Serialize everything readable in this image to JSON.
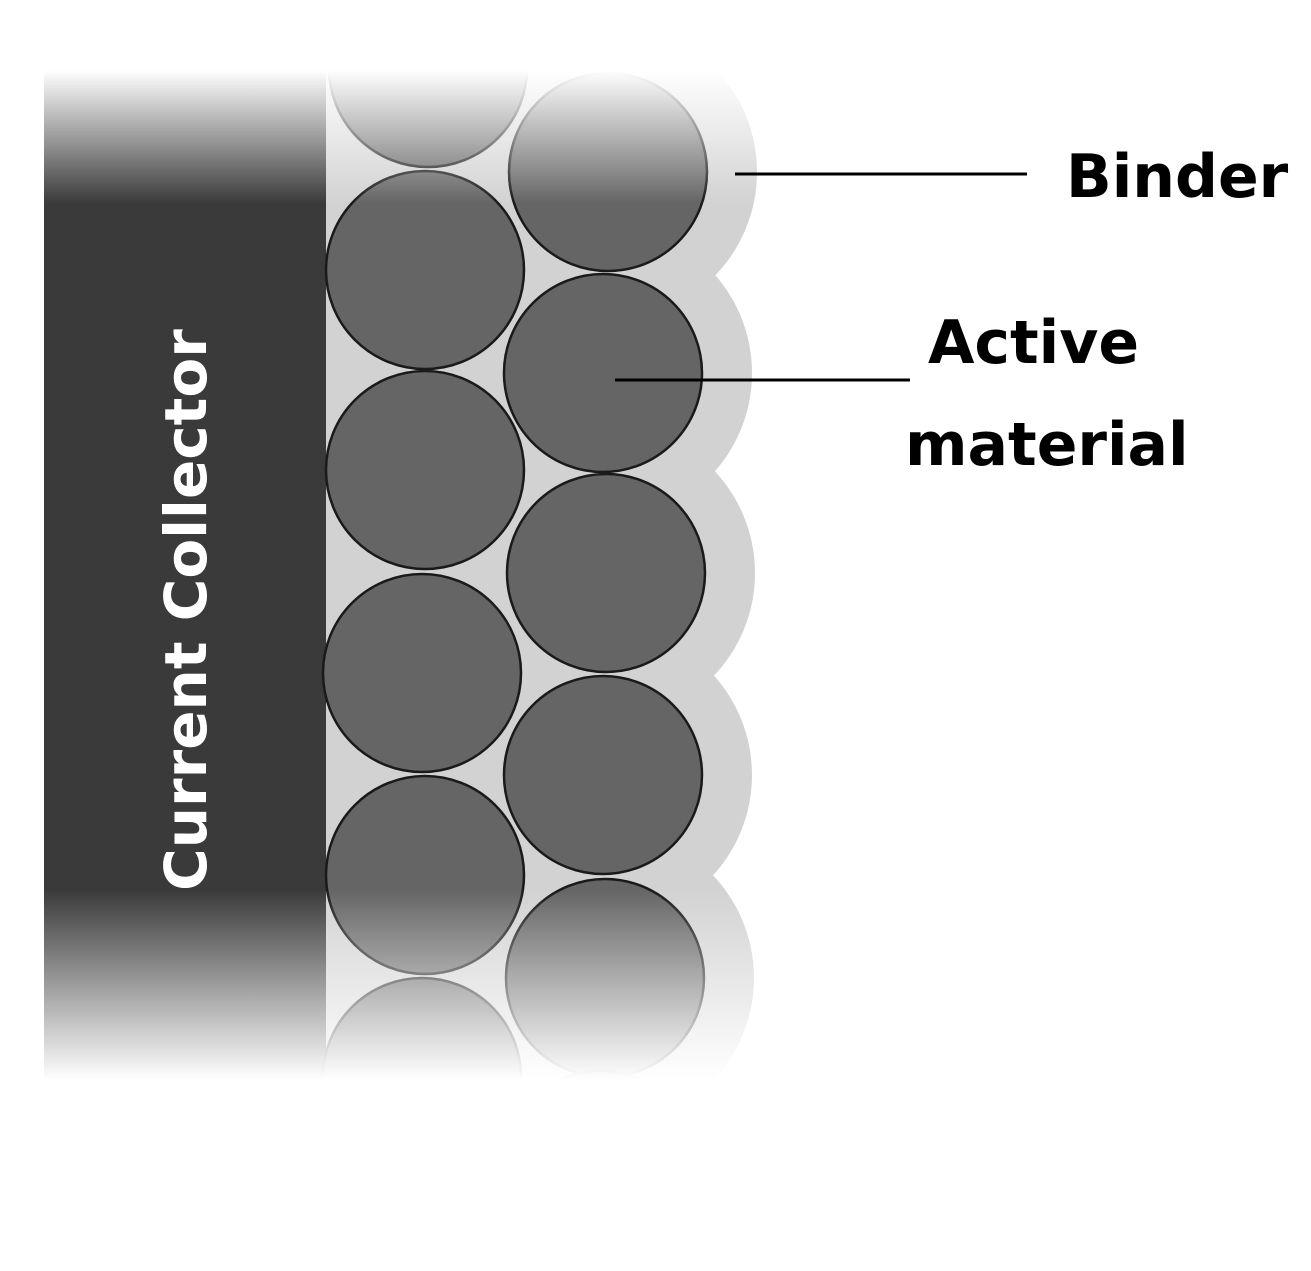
{
  "diagram": {
    "collector_label": "Current Collector",
    "binder_label": "Binder",
    "active_label_line1": "Active",
    "active_label_line2": "material",
    "colors": {
      "collector": "#3a3a3a",
      "binder": "#d2d2d2",
      "particle": "#656565",
      "particle_stroke": "#1a1a1a",
      "label": "#000000",
      "collector_text": "#ffffff"
    }
  }
}
